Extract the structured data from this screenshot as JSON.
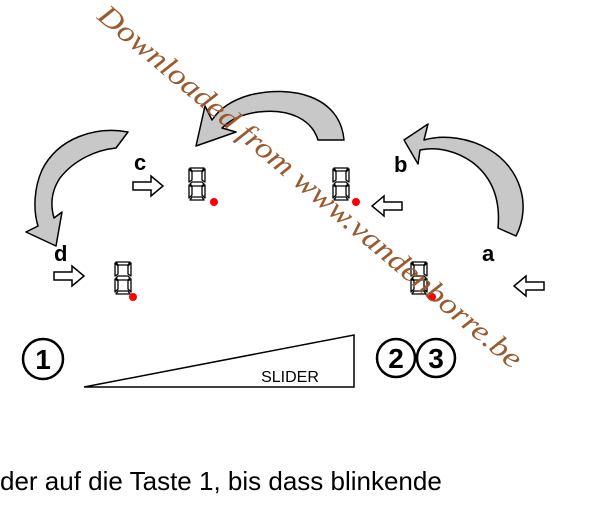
{
  "diagram": {
    "labels": {
      "a": "a",
      "b": "b",
      "c": "c",
      "d": "d"
    },
    "buttons": {
      "one": "1",
      "two": "2",
      "three": "3"
    },
    "slider_label": "SLIDER",
    "watermark": "Downloaded from www.vandenborre.be",
    "bottom_text": "der auf die Taste 1, bis dass blinkende"
  },
  "colors": {
    "curve_fill": "#c8c8c8",
    "dot": "#ff0000",
    "watermark": "#9a5a30",
    "stroke": "#000000"
  }
}
